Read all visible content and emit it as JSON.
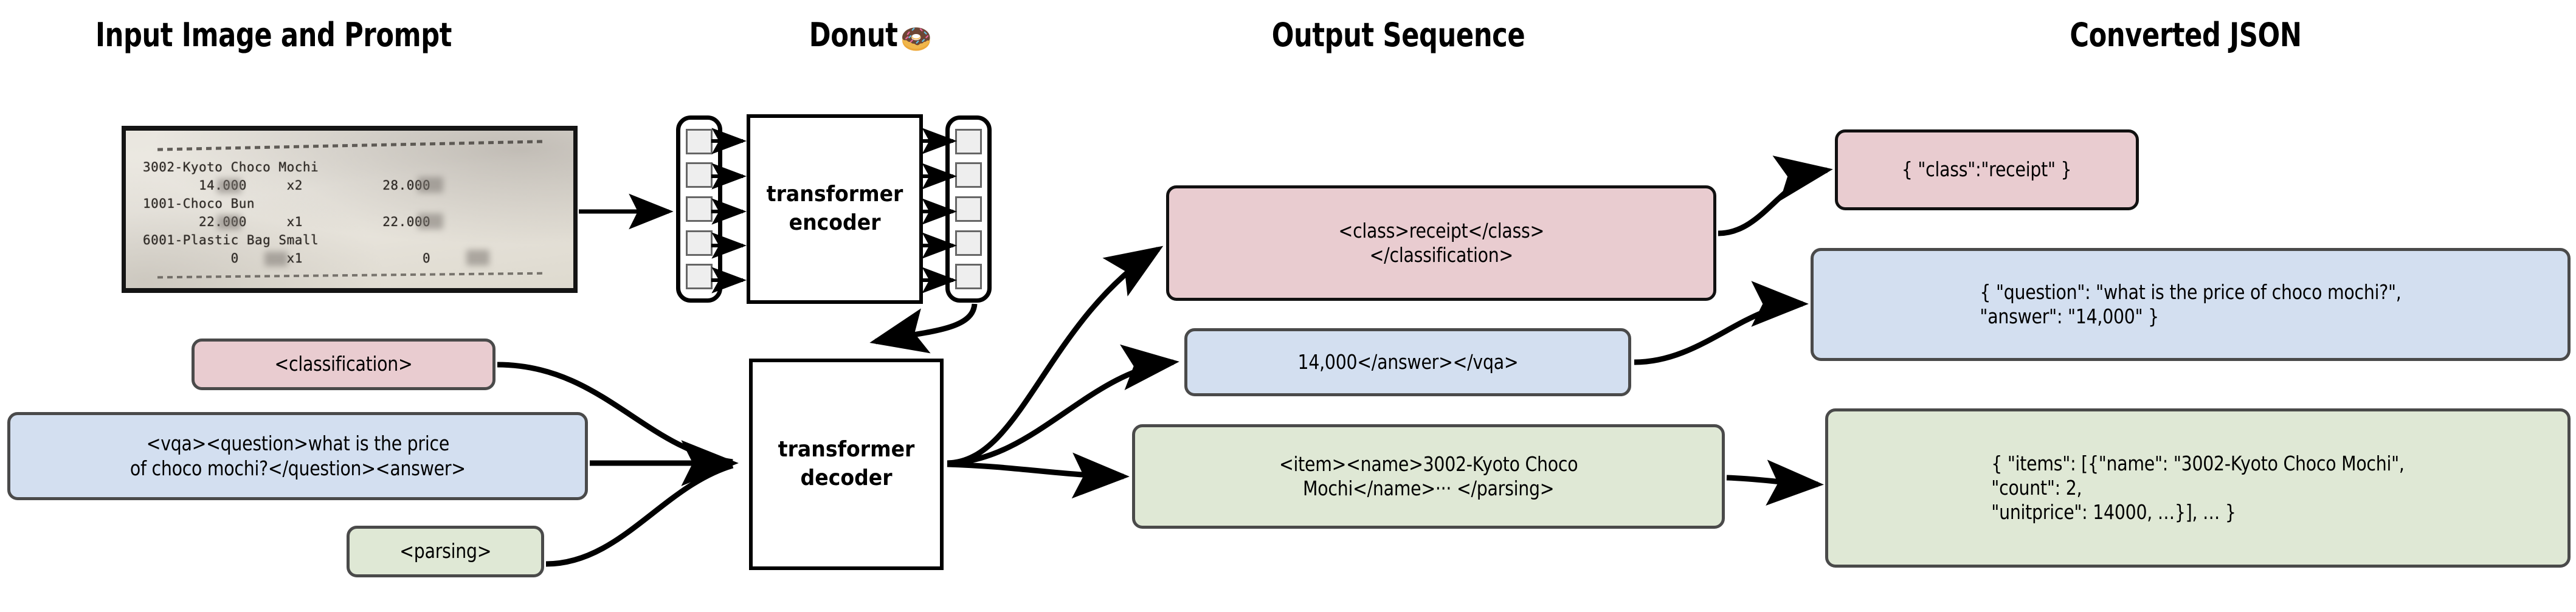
{
  "headers": {
    "input": "Input Image and Prompt",
    "model": "Donut",
    "model_emoji": "donut-emoji",
    "output": "Output Sequence",
    "json": "Converted JSON"
  },
  "receipt": {
    "lines": [
      "3002-Kyoto Choco Mochi",
      "       14.000     x2          28.000",
      "1001-Choco Bun",
      "       22.000     x1          22.000",
      "6001-Plastic Bag Small",
      "           0      x1               0"
    ],
    "item_names": [
      "3002-Kyoto Choco Mochi",
      "1001-Choco Bun",
      "6001-Plastic Bag Small"
    ],
    "unit_prices": [
      "14.000",
      "22.000",
      "0"
    ],
    "counts": [
      "x2",
      "x1",
      "x1"
    ],
    "totals": [
      "28.000",
      "22.000",
      "0"
    ]
  },
  "prompts": {
    "classification": "<classification>",
    "vqa": "<vqa><question>what is the price\nof choco mochi?</question><answer>",
    "parsing": "<parsing>"
  },
  "model": {
    "encoder_label": "transformer\nencoder",
    "decoder_label": "transformer\ndecoder",
    "encoder_input_tokens": 5,
    "encoder_output_tokens": 5
  },
  "outputs": {
    "classification": "<class>receipt</class>\n</classification>",
    "vqa": "14,000</answer></vqa>",
    "parsing": "<item><name>3002-Kyoto Choco\nMochi</name>··· </parsing>"
  },
  "converted_json": {
    "classification": "{ \"class\":\"receipt\" }",
    "vqa": "{ \"question\": \"what is the price of choco mochi?\",\n   \"answer\": \"14,000\" }",
    "parsing": "{ \"items\": [{\"name\": \"3002-Kyoto Choco Mochi\",\n     \"count\": 2,\n     \"unitprice\": 14000, …}], … }"
  },
  "colors": {
    "pink": "#e9ccd0",
    "blue": "#d3dff0",
    "green": "#dfe8d5",
    "border_gray": "#4a4a4a",
    "border_black": "#111111",
    "token_fill": "#eeeeee",
    "token_border": "#666666",
    "arrow": "#000000"
  }
}
